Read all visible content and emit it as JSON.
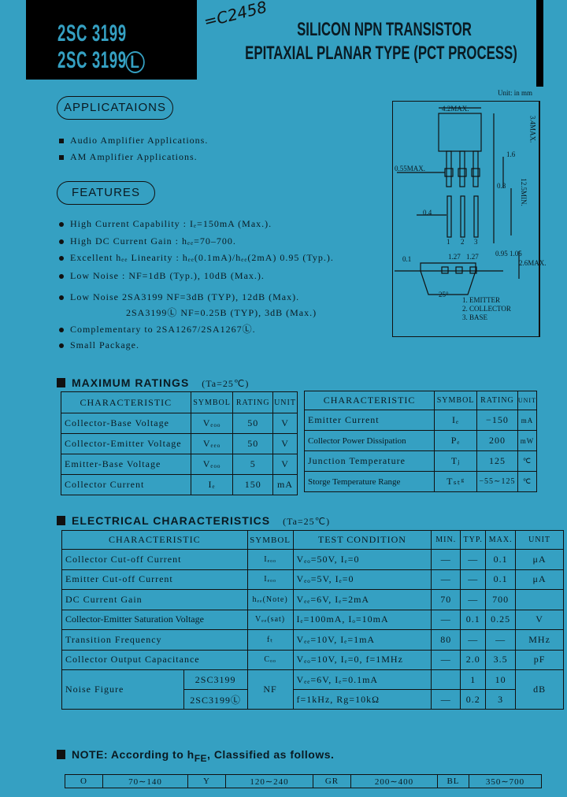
{
  "header": {
    "part_numbers": [
      "2SC 3199",
      "2SC 3199"
    ],
    "part_suffix": "L",
    "handwritten_note": "=C2458",
    "title_line1": "SILICON NPN TRANSISTOR",
    "title_line2": "EPITAXIAL PLANAR TYPE (PCT PROCESS)"
  },
  "applications": {
    "heading": "APPLICATAIONS",
    "items": [
      "Audio Amplifier Applications.",
      "AM Amplifier Applications."
    ]
  },
  "features": {
    "heading": "FEATURES",
    "items": [
      "High Current Capability : Iₑ=150mA (Max.).",
      "High DC Current Gain : hₑₑ=70–700.",
      "Excellent hₑₑ Linearity : hₑₑ(0.1mA)/hₑₑ(2mA)  0.95 (Typ.).",
      "Low Noise : NF=1dB (Typ.),  10dB (Max.).",
      "Low Noise 2SA3199    NF=3dB (TYP),  12dB (Max).",
      "2SA3199Ⓛ NF=0.25B (TYP),  3dB (Max.)",
      "Complementary to 2SA1267/2SA1267Ⓛ.",
      "Small Package."
    ]
  },
  "package": {
    "unit_label": "Unit: in mm",
    "dims": [
      "4.2MAX.",
      "3.4MAX.",
      "0.55MAX.",
      "1.6",
      "0.8",
      "12.5MIN.",
      "0.4",
      "1.27",
      "1.27",
      "0.1",
      "0.95",
      "1.05",
      "2.6MAX.",
      "25°",
      "1",
      "2",
      "3"
    ],
    "pins": [
      "1. EMITTER",
      "2. COLLECTOR",
      "3. BASE"
    ]
  },
  "max_ratings": {
    "heading": "MAXIMUM RATINGS",
    "condition": "(Ta=25℃)",
    "columns": [
      "CHARACTERISTIC",
      "SYMBOL",
      "RATING",
      "UNIT"
    ],
    "left_rows": [
      [
        "Collector-Base Voltage",
        "Vₑₒₒ",
        "50",
        "V"
      ],
      [
        "Collector-Emitter Voltage",
        "Vₑₑₒ",
        "50",
        "V"
      ],
      [
        "Emitter-Base Voltage",
        "Vₑₒₒ",
        "5",
        "V"
      ],
      [
        "Collector Current",
        "Iₑ",
        "150",
        "mA"
      ]
    ],
    "right_rows": [
      [
        "Emitter Current",
        "Iₑ",
        "−150",
        "mA"
      ],
      [
        "Collector Power Dissipation",
        "Pₑ",
        "200",
        "mW"
      ],
      [
        "Junction Temperature",
        "Tⱼ",
        "125",
        "℃"
      ],
      [
        "Storge Temperature Range",
        "Tₛₜᵍ",
        "−55∼125",
        "℃"
      ]
    ]
  },
  "electrical": {
    "heading": "ELECTRICAL CHARACTERISTICS",
    "condition": "(Ta=25℃)",
    "columns": [
      "CHARACTERISTIC",
      "SYMBOL",
      "TEST CONDITION",
      "MIN.",
      "TYP.",
      "MAX.",
      "UNIT"
    ],
    "rows": [
      [
        "Collector Cut-off Current",
        "Iₑₒₒ",
        "Vₑₒ=50V, Iₑ=0",
        "—",
        "—",
        "0.1",
        "μA"
      ],
      [
        "Emitter Cut-off Current",
        "Iₑₒₒ",
        "Vₑₒ=5V, Iₑ=0",
        "—",
        "—",
        "0.1",
        "μA"
      ],
      [
        "DC Current Gain",
        "hₑₑ(Note)",
        "Vₑₑ=6V, Iₑ=2mA",
        "70",
        "—",
        "700",
        ""
      ],
      [
        "Collector-Emitter Saturation Voltage",
        "Vₑₑ(sat)",
        "Iₑ=100mA, Iₒ=10mA",
        "—",
        "0.1",
        "0.25",
        "V"
      ],
      [
        "Transition Frequency",
        "fₜ",
        "Vₑₑ=10V, Iₑ=1mA",
        "80",
        "—",
        "—",
        "MHz"
      ],
      [
        "Collector Output Capacitance",
        "Cₒₒ",
        "Vₑₒ=10V, Iₑ=0, f=1MHz",
        "—",
        "2.0",
        "3.5",
        "pF"
      ]
    ],
    "noise": {
      "label": "Noise Figure",
      "variants": [
        "2SC3199",
        "2SC3199Ⓛ"
      ],
      "symbol": "NF",
      "conditions": [
        "Vₑₑ=6V, Iₑ=0.1mA",
        "f=1kHz, Rg=10kΩ"
      ],
      "rows": [
        [
          "",
          "1",
          "10"
        ],
        [
          "—",
          "0.2",
          "3"
        ]
      ],
      "unit": "dB"
    }
  },
  "note": {
    "heading_pre": "NOTE: According to h",
    "heading_sub": "FE",
    "heading_post": ", Classified as follows.",
    "classes": [
      [
        "O",
        "70∼140"
      ],
      [
        "Y",
        "120∼240"
      ],
      [
        "GR",
        "200∼400"
      ],
      [
        "BL",
        "350∼700"
      ]
    ]
  }
}
